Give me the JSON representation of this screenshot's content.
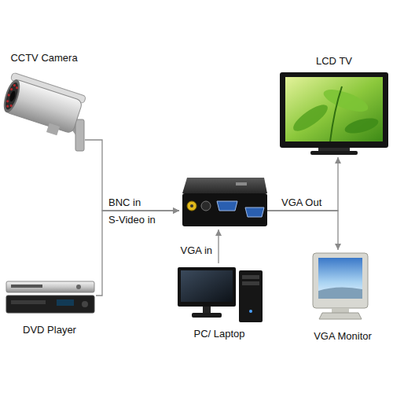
{
  "diagram": {
    "nodes": [
      {
        "text": [
          "CCTV Camera"
        ]
      },
      {
        "text": [
          "LCD TV"
        ]
      },
      {
        "text": []
      },
      {
        "text": [
          "DVD Player"
        ]
      },
      {
        "text": [
          "PC/ Laptop"
        ]
      },
      {
        "text": [
          "VGA Monitor"
        ]
      }
    ],
    "edges": [
      {
        "from": 0,
        "to": 2,
        "arrow": "to",
        "label": "BNC in"
      },
      {
        "from": 3,
        "to": 2,
        "arrow": "to",
        "label": "S-Video in"
      },
      {
        "from": 4,
        "to": 2,
        "arrow": "to",
        "label": "VGA in"
      },
      {
        "from": 2,
        "to": 1,
        "arrow": "to",
        "label": "VGA Out"
      },
      {
        "from": 2,
        "to": 5,
        "arrow": "to"
      }
    ]
  }
}
